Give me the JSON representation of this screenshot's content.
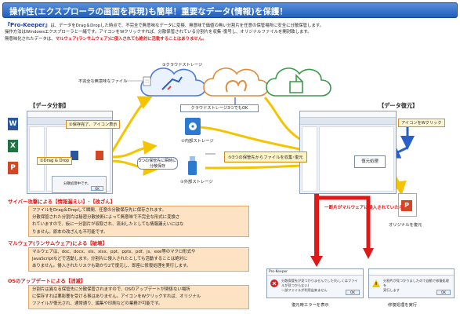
{
  "title": "操作性(エクスプローラの画面を再現)も簡単！重要なデータ(情報)を保護！",
  "intro": {
    "brand": "『Pro-Keeper』",
    "line1_rest": "は、データをDrag＆Dropした時点で、不完全で無意味なデータに変換、無意味で価値の無い分割片を任意の保管場所に安全に分散保管します。",
    "line2": "操作方法はWindowsエクスプローラと一緒です。アイコンをWクリックすれば、分散保管されている分割片を収集･復号し、オリジナルファイルを開封致します。",
    "line3_prefix": "無意味化されたデータは、",
    "line3_red": "マルウェア(ランサムウェア)に侵入されても絶対に活動することはありません。"
  },
  "cloud": {
    "storage_label": "③クラウドストレージ",
    "invalid_label": "不完全な無意味なファイル",
    "ok_label": "クラウドストレージ3つでもOK"
  },
  "sections": {
    "split": "【データ分割】",
    "restore": "【データ復元】"
  },
  "file_labels": [
    "W",
    "X",
    "P"
  ],
  "left_window": {
    "save_done": "②保存完了、アイコン表示",
    "drag_drop": "①Drag & Drop",
    "dialog_text": "分散処理中です。",
    "ok": "OK"
  },
  "storage": {
    "internal": "①内部ストレージ",
    "external": "②外部ストレージ",
    "split_to_three": "3つの保管先に瞬時に分散保存"
  },
  "restore": {
    "collect": "⑤3つの保管先からファイルを収集･復元",
    "process": "復元処理",
    "double_click": "アイコンをWクリック",
    "original": "オリジナルを復元",
    "one_piece": "一断片がマルウェアに侵入されていたら"
  },
  "threats": [
    {
      "heading": "サイバー攻撃による【情報漏えい】･【改ざん】",
      "lines": [
        "ファイルをDrag＆Dropして瞬間、任意の分散保存先に保存されます。",
        "分散保管された分割片は秘密分散技術によって無意味で不完全な形式に変換さ",
        "れていますので、仮に一分割片が収取され、流出したとしても情報漏えいにはな",
        "りません。原本の改ざんも不可能です。"
      ]
    },
    {
      "heading": "マルウェア(ランサムウェア)による【破壊】",
      "lines": [
        "マルウェアは、doc、docx、xls、xlsx、ppt、pptx、pdf、js、exe等のマクロ形式や",
        "JavaScriptなどで活動します。分割片に侵入されたとしても活動することは絶対に",
        "ありません。侵入されたリスクも勘かり2で復元し、即座に修復処理を実行します。"
      ]
    },
    {
      "heading": "OSのアップデートによる【消滅】",
      "lines": [
        "分割片は異なる保管先に分散保管されますので、OSのアップデートが関係ない場所",
        "に保存すれば悪影響を受ける事はありません。アイコンをWクリックすれば、オリジナル",
        "ファイルが復元され、通常通り、編集や印刷などの業務が可能です。"
      ]
    }
  ],
  "dialogs": {
    "left_title": "Pro-Keeper",
    "left_body_1": "分散保管先が見つかりませんでした(もしくはファイルが見つからない)",
    "left_body_2": "一部ファイルが利用出来ません",
    "left_caption": "復元時エラーを表示",
    "right_body_1": "分割片が見つかりましたので自動で修復処理を",
    "right_body_2": "実行します",
    "right_caption": "修復処理を実行",
    "ok": "OK"
  },
  "colors": {
    "title_bar": "#1f5fbf",
    "red_accent": "#e01818",
    "arrow_yellow": "#f5c400",
    "arrow_blue": "#2a5fc9",
    "cloud_orange": "#e08a3a",
    "cloud_green": "#3a9a4a"
  }
}
